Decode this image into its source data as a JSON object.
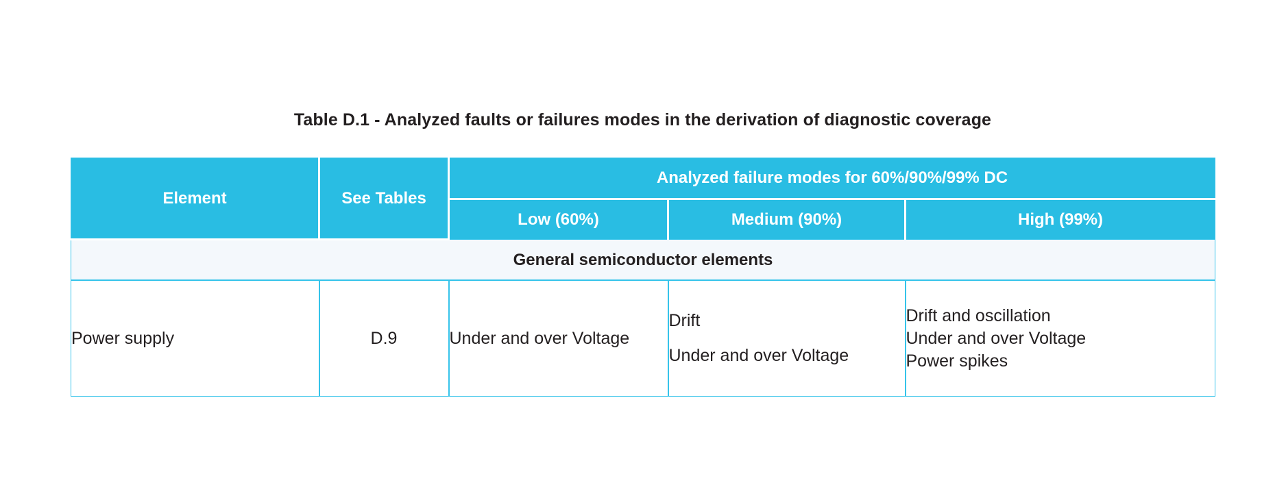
{
  "title": "Table D.1 - Analyzed faults or failures modes in the derivation of diagnostic coverage",
  "colors": {
    "header_blue": "#29bde3",
    "border_blue": "#35c3ea",
    "section_band": "#f4f8fc",
    "text": "#231f20",
    "header_text": "#ffffff"
  },
  "header": {
    "element": "Element",
    "see_tables": "See Tables",
    "see_tables_line1": "See",
    "see_tables_line2": "Tables",
    "group": "Analyzed failure modes for 60%/90%/99% DC",
    "sub": [
      "Low (60%)",
      "Medium (90%)",
      "High (99%)"
    ]
  },
  "sections": [
    {
      "label": "General semiconductor elements",
      "rows": [
        {
          "element": "Power supply",
          "see_tables": "D.9",
          "low": [
            "Under and over Voltage"
          ],
          "medium": [
            "Drift",
            "Under and over Voltage"
          ],
          "high": [
            "Drift and oscillation",
            "Under and over Voltage",
            "Power spikes"
          ]
        }
      ]
    }
  ]
}
